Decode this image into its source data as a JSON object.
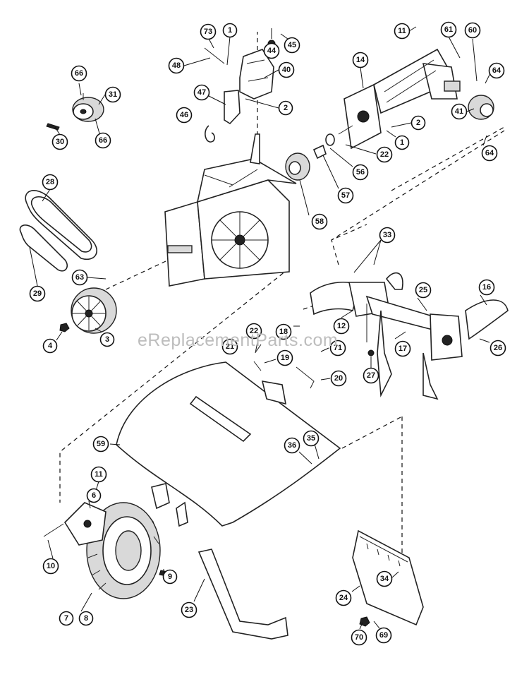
{
  "watermark": "eReplacementParts.com",
  "callouts": [
    {
      "id": "c73a",
      "label": "73"
    },
    {
      "id": "c1a",
      "label": "1"
    },
    {
      "id": "c44",
      "label": "44"
    },
    {
      "id": "c45",
      "label": "45"
    },
    {
      "id": "c48",
      "label": "48"
    },
    {
      "id": "c40",
      "label": "40"
    },
    {
      "id": "c47",
      "label": "47"
    },
    {
      "id": "c2a",
      "label": "2"
    },
    {
      "id": "c46",
      "label": "46"
    },
    {
      "id": "c66a",
      "label": "66"
    },
    {
      "id": "c31",
      "label": "31"
    },
    {
      "id": "c30",
      "label": "30"
    },
    {
      "id": "c66b",
      "label": "66"
    },
    {
      "id": "c11a",
      "label": "11"
    },
    {
      "id": "c61",
      "label": "61"
    },
    {
      "id": "c60",
      "label": "60"
    },
    {
      "id": "c14",
      "label": "14"
    },
    {
      "id": "c64a",
      "label": "64"
    },
    {
      "id": "c41",
      "label": "41"
    },
    {
      "id": "c2b",
      "label": "2"
    },
    {
      "id": "c1b",
      "label": "1"
    },
    {
      "id": "c22a",
      "label": "22"
    },
    {
      "id": "c64b",
      "label": "64"
    },
    {
      "id": "c56",
      "label": "56"
    },
    {
      "id": "c57",
      "label": "57"
    },
    {
      "id": "c58",
      "label": "58"
    },
    {
      "id": "c28",
      "label": "28"
    },
    {
      "id": "c29",
      "label": "29"
    },
    {
      "id": "c63",
      "label": "63"
    },
    {
      "id": "c4",
      "label": "4"
    },
    {
      "id": "c3",
      "label": "3"
    },
    {
      "id": "c33",
      "label": "33"
    },
    {
      "id": "c25",
      "label": "25"
    },
    {
      "id": "c16",
      "label": "16"
    },
    {
      "id": "c18",
      "label": "18"
    },
    {
      "id": "c12",
      "label": "12"
    },
    {
      "id": "c22b",
      "label": "22"
    },
    {
      "id": "c21",
      "label": "21"
    },
    {
      "id": "c19",
      "label": "19"
    },
    {
      "id": "c71",
      "label": "71"
    },
    {
      "id": "c17",
      "label": "17"
    },
    {
      "id": "c26",
      "label": "26"
    },
    {
      "id": "c27",
      "label": "27"
    },
    {
      "id": "c20",
      "label": "20"
    },
    {
      "id": "c59",
      "label": "59"
    },
    {
      "id": "c36",
      "label": "36"
    },
    {
      "id": "c35",
      "label": "35"
    },
    {
      "id": "c11b",
      "label": "11"
    },
    {
      "id": "c6",
      "label": "6"
    },
    {
      "id": "c10",
      "label": "10"
    },
    {
      "id": "c9",
      "label": "9"
    },
    {
      "id": "c7",
      "label": "7"
    },
    {
      "id": "c8",
      "label": "8"
    },
    {
      "id": "c23",
      "label": "23"
    },
    {
      "id": "c24",
      "label": "24"
    },
    {
      "id": "c34",
      "label": "34"
    },
    {
      "id": "c70",
      "label": "70"
    },
    {
      "id": "c69",
      "label": "69"
    }
  ]
}
